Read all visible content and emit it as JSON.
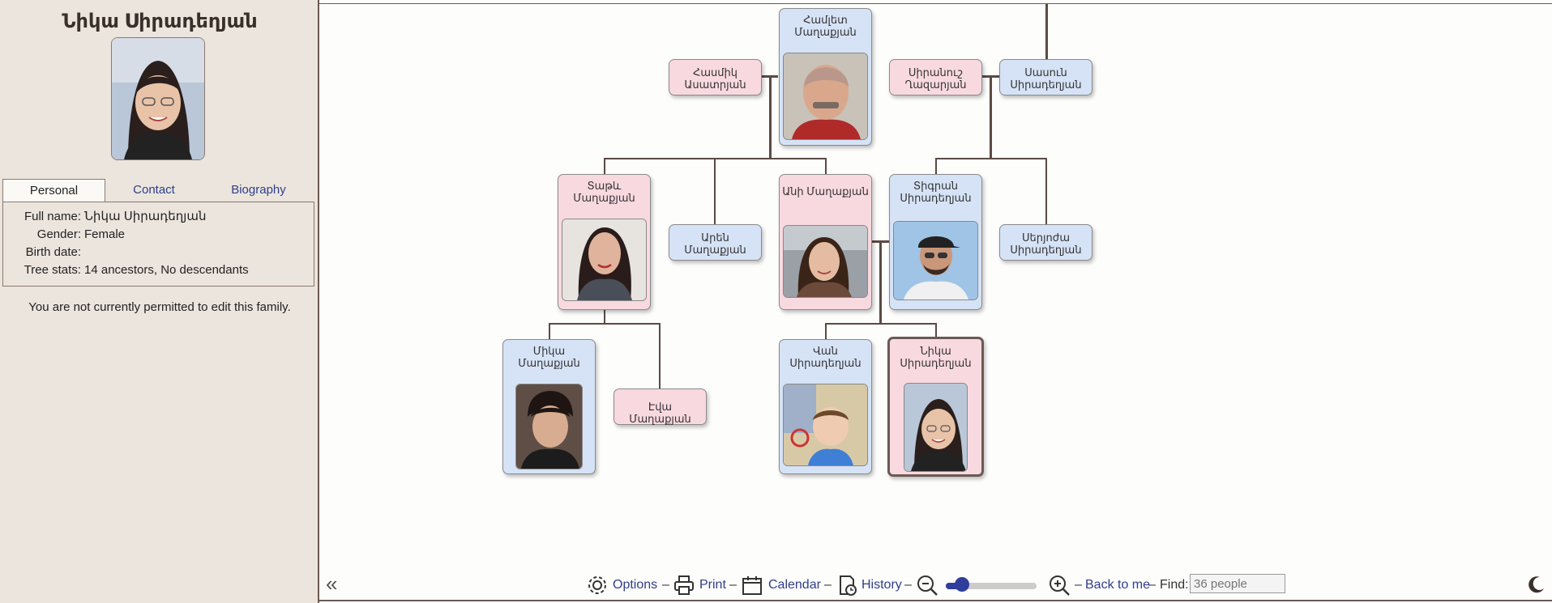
{
  "sidebar": {
    "name": "Նիկա Սիրադեղյան",
    "tabs": [
      {
        "label": "Personal"
      },
      {
        "label": "Contact"
      },
      {
        "label": "Biography"
      }
    ],
    "fields": [
      {
        "label": "Full name:",
        "value": "Նիկա Սիրադեղյան"
      },
      {
        "label": "Gender:",
        "value": "Female"
      },
      {
        "label": "Birth date:",
        "value": ""
      },
      {
        "label": "Tree stats:",
        "value": "14 ancestors, No descendants"
      }
    ],
    "permission_note": "You are not currently permitted to edit this family."
  },
  "tree": {
    "people": [
      {
        "name": "Համլետ Մաղաքյան",
        "gender": "male"
      },
      {
        "name": "Հասմիկ Ասատրյան",
        "gender": "female"
      },
      {
        "name": "Սիրանուշ Ղազարյան",
        "gender": "female"
      },
      {
        "name": "Սասուն Սիրադեղյան",
        "gender": "male"
      },
      {
        "name": "Տաթև Մաղաքյան",
        "gender": "female"
      },
      {
        "name": "Արեն Մաղաքյան",
        "gender": "male"
      },
      {
        "name": "Անի Մաղաքյան",
        "gender": "female"
      },
      {
        "name": "Տիգրան Սիրադեղյան",
        "gender": "male"
      },
      {
        "name": "Սերյոժա Սիրադեղյան",
        "gender": "male"
      },
      {
        "name": "Միկա Մաղաքյան",
        "gender": "male"
      },
      {
        "name": "Էվա Մաղաքյան",
        "gender": "female"
      },
      {
        "name": "Վան Սիրադեղյան",
        "gender": "male"
      },
      {
        "name": "Նիկա Սիրադեղյան",
        "gender": "female",
        "selected": true
      }
    ]
  },
  "toolbar": {
    "options": "Options",
    "print": "Print",
    "calendar": "Calendar",
    "history": "History",
    "back_to_me": "Back to me",
    "find_label": "Find:",
    "find_placeholder": "36 people",
    "dash": "–",
    "zoom_level": 0.18
  },
  "colors": {
    "female": "#f9d9e0",
    "male": "#d6e3f6",
    "accent": "#2f3e9a",
    "line": "#5b4a44"
  }
}
